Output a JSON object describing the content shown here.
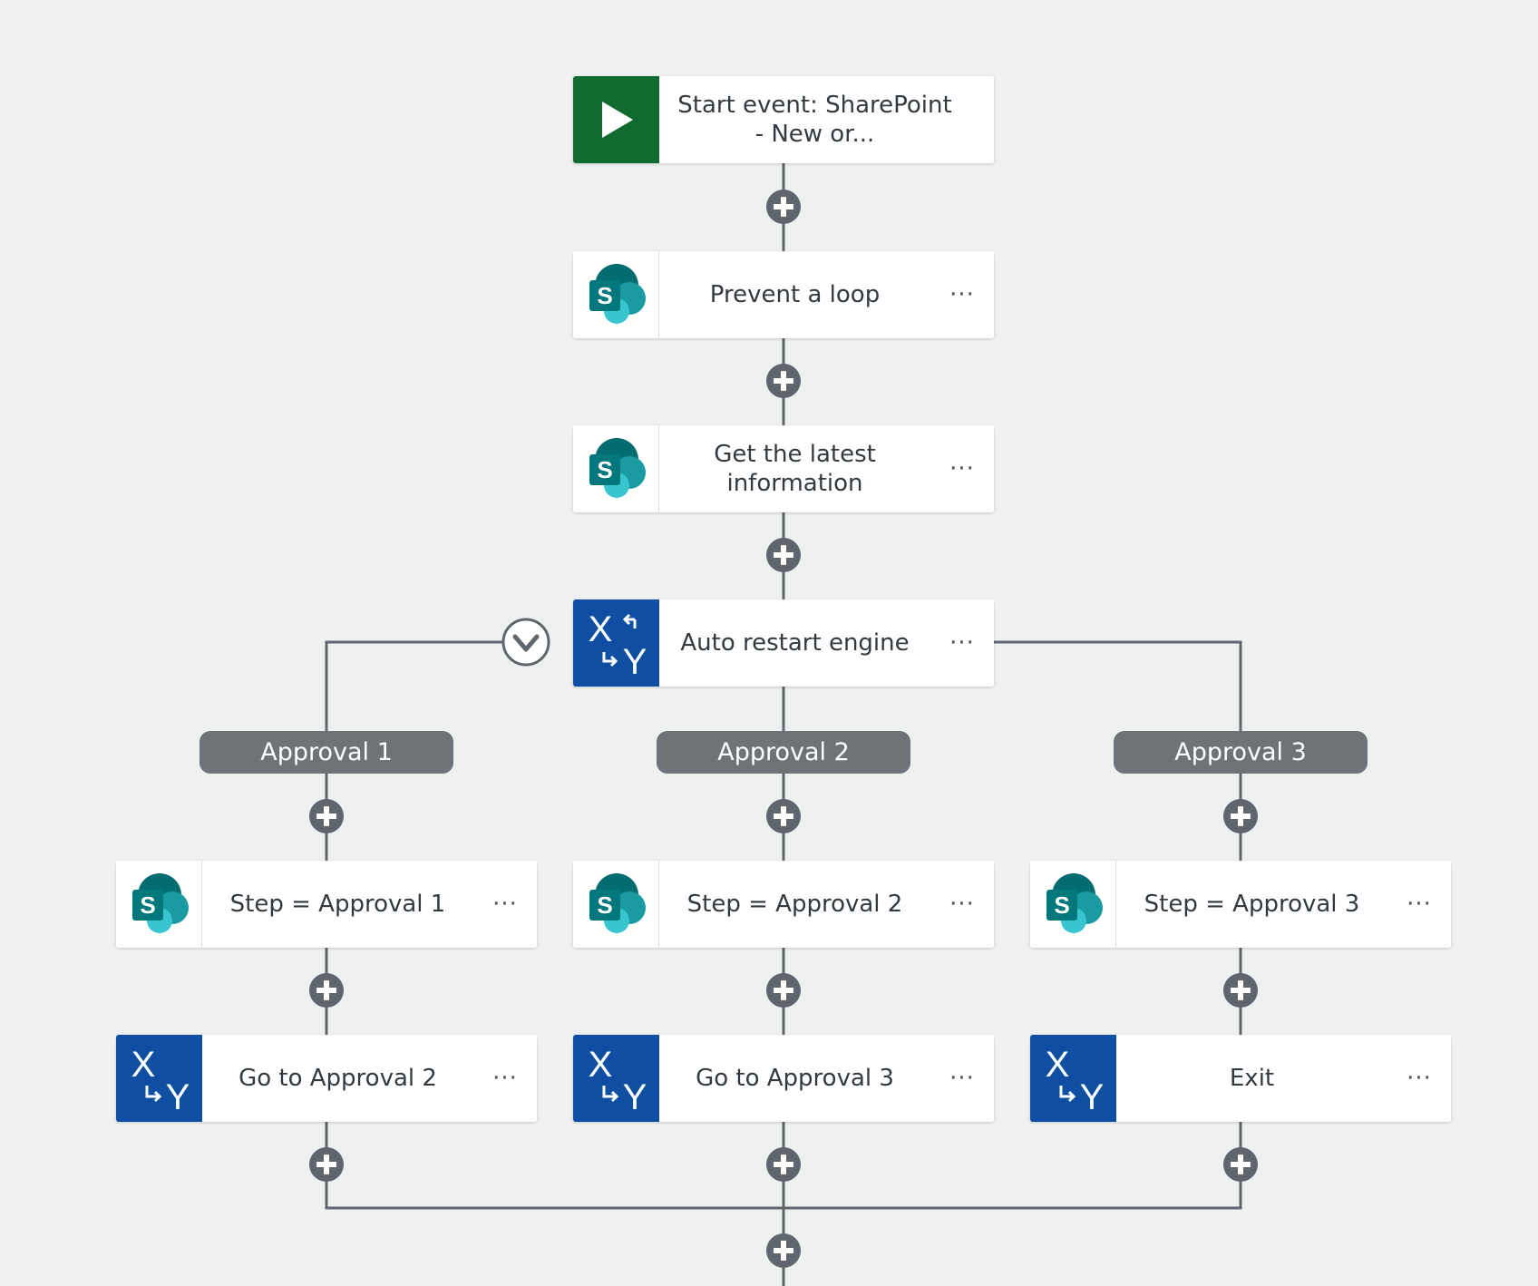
{
  "nodes": {
    "start": {
      "label": "Start event: SharePoint - New or..."
    },
    "prevent_loop": {
      "label": "Prevent a loop",
      "menu": "···"
    },
    "get_latest": {
      "label": "Get the latest information",
      "menu": "···"
    },
    "auto_restart": {
      "label": "Auto restart engine",
      "menu": "···"
    },
    "step_approval_1": {
      "label": "Step = Approval 1",
      "menu": "···"
    },
    "step_approval_2": {
      "label": "Step = Approval 2",
      "menu": "···"
    },
    "step_approval_3": {
      "label": "Step = Approval 3",
      "menu": "···"
    },
    "go_to_approval_2": {
      "label": "Go to Approval 2",
      "menu": "···"
    },
    "go_to_approval_3": {
      "label": "Go to Approval 3",
      "menu": "···"
    },
    "exit": {
      "label": "Exit",
      "menu": "···"
    }
  },
  "branches": {
    "approval_1": "Approval 1",
    "approval_2": "Approval 2",
    "approval_3": "Approval 3"
  },
  "icons": {
    "start": "play-icon",
    "sharepoint": "sharepoint-icon",
    "branch": "branch-by-state-icon",
    "add": "add-icon",
    "collapse": "chevron-down-icon"
  },
  "colors": {
    "start_green": "#0f6b2f",
    "branch_blue": "#0e4fa3",
    "sharepoint_dark": "#036c70",
    "sharepoint_mid": "#1a9ba1",
    "sharepoint_light": "#37c6d0",
    "connector": "#5f666d",
    "branch_pill": "#6e7378"
  }
}
